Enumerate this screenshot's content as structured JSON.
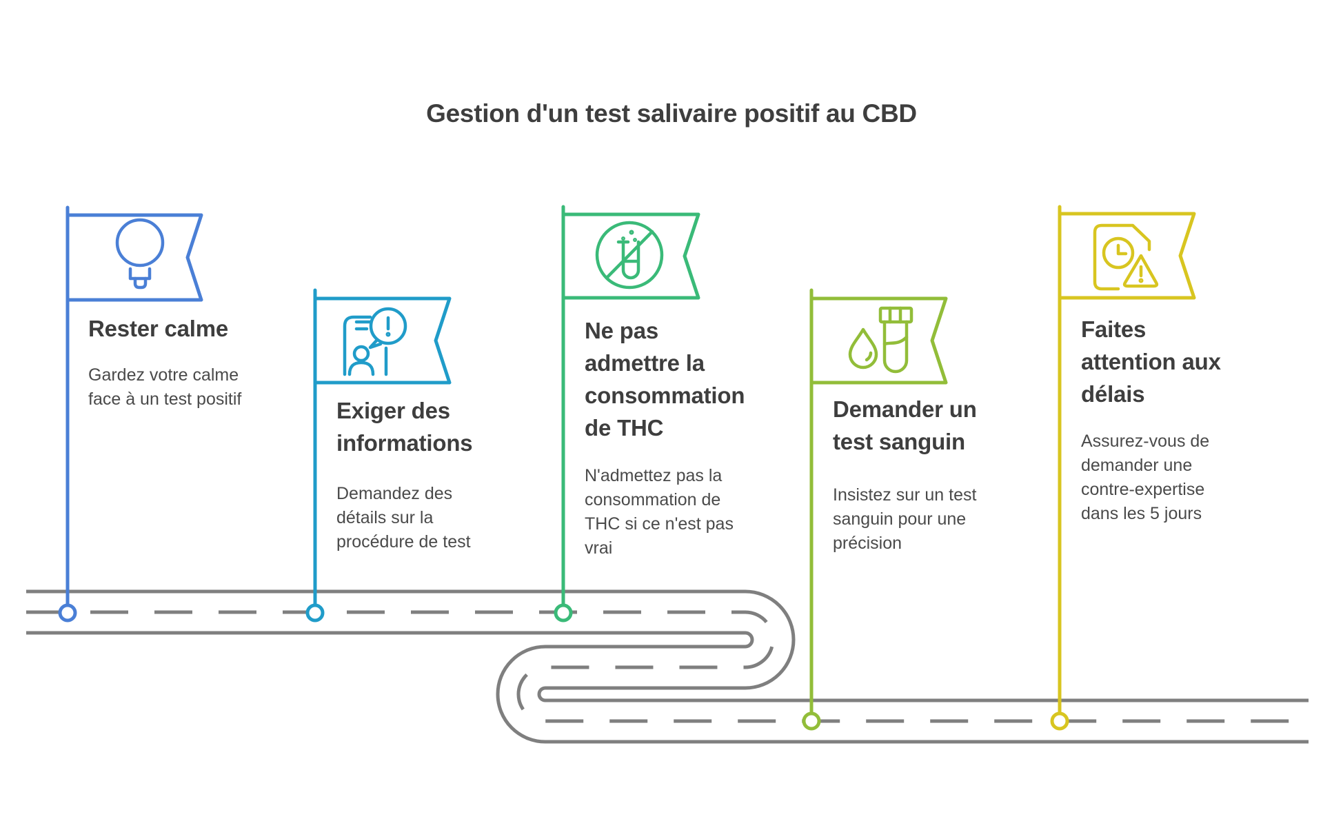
{
  "title": "Gestion d'un test salivaire positif au CBD",
  "colors": {
    "road": "#7f7f7f",
    "title_text": "#3e3e3e",
    "description_text": "#4a4a4a",
    "step1": "#4a7fd6",
    "step2": "#209cc9",
    "step3": "#3aba78",
    "step4": "#92bd39",
    "step5": "#d8c520"
  },
  "steps": [
    {
      "icon": "lightbulb-idea",
      "color": "#4a7fd6",
      "title": "Rester calme",
      "description": "Gardez votre calme\nface à un test positif"
    },
    {
      "icon": "person-speech-bubble-exclamation",
      "color": "#209cc9",
      "title": "Exiger des\ninformations",
      "description": "Demandez des\ndétails sur la\nprocédure de test"
    },
    {
      "icon": "prohibited-test-tube",
      "color": "#3aba78",
      "title": "Ne pas\nadmettre la\nconsommation\nde THC",
      "description": "N'admettez pas la\nconsommation de\nTHC si ce n'est pas\nvrai"
    },
    {
      "icon": "blood-drop-and-vial",
      "color": "#92bd39",
      "title": "Demander un\ntest sanguin",
      "description": "Insistez sur un test\nsanguin pour une\nprécision"
    },
    {
      "icon": "document-clock-warning",
      "color": "#d8c520",
      "title": "Faites\nattention aux\ndélais",
      "description": "Assurez-vous de\ndemander une\ncontre-expertise\ndans les 5 jours"
    }
  ]
}
